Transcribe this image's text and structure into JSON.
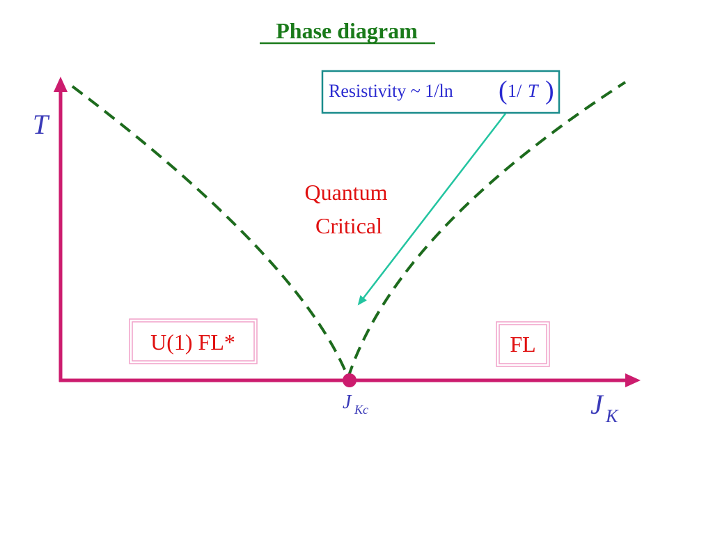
{
  "title": "Phase diagram",
  "axes": {
    "y_label": "T",
    "x_label_main": "J",
    "x_label_sub": "K",
    "critical_main": "J",
    "critical_sub": "Kc"
  },
  "regions": {
    "left": "U(1) FL*",
    "right": "FL",
    "center_line1": "Quantum",
    "center_line2": "Critical"
  },
  "callout": {
    "prefix": "Resistivity ~ 1/ln",
    "open_paren": "(",
    "arg_prefix": "1/",
    "arg_var": "T",
    "close_paren": ")"
  },
  "colors": {
    "title": "#1a7a1a",
    "axis": "#cc1c6e",
    "dashed_curve": "#1d6b1d",
    "region_text": "#e01010",
    "label_blue": "#3a3ab8",
    "callout_border": "#1a8c8c",
    "arrow": "#22c4a0",
    "box_border": "#f0a0c8"
  }
}
